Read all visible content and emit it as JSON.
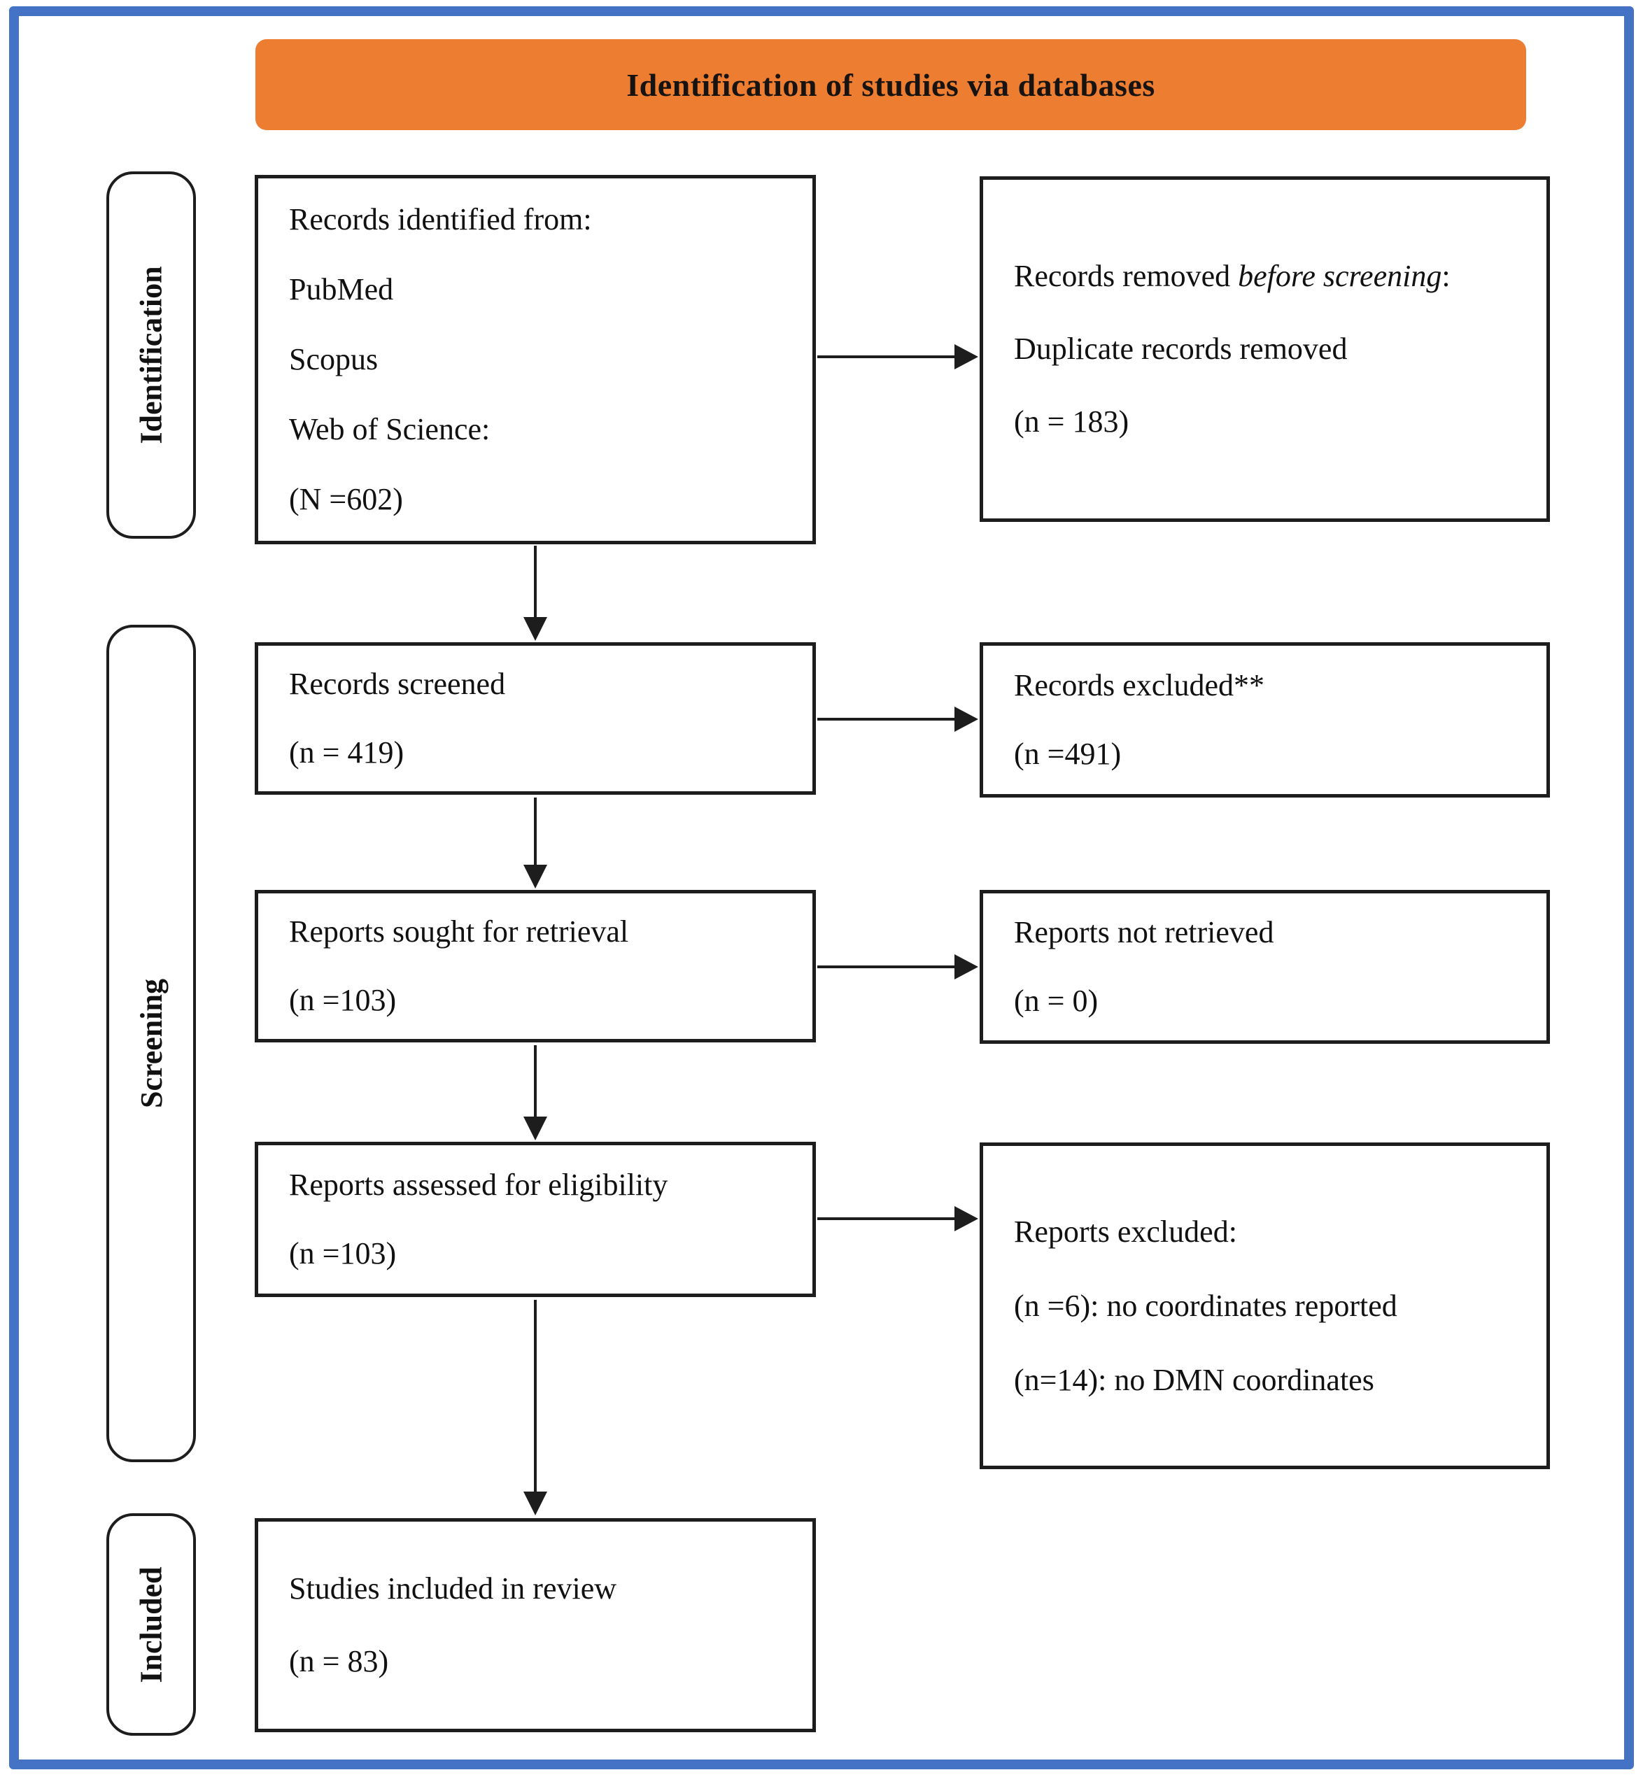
{
  "header": {
    "title": "Identification of studies via databases"
  },
  "colors": {
    "frame_border": "#4472C4",
    "banner_bg": "#ED7D31",
    "box_border": "#1d1d1d",
    "text": "#111111"
  },
  "stages": {
    "identification": "Identification",
    "screening": "Screening",
    "included": "Included"
  },
  "boxes": {
    "records_identified": {
      "lines": [
        "Records identified from:",
        "PubMed",
        "Scopus",
        "Web of Science:",
        "(N =602)"
      ]
    },
    "records_removed": {
      "title_prefix": "Records removed ",
      "title_italic": "before screening",
      "title_suffix": ":",
      "lines": [
        "Duplicate records removed",
        "(n = 183)"
      ]
    },
    "records_screened": {
      "lines": [
        "Records screened",
        "(n = 419)"
      ]
    },
    "records_excluded": {
      "lines": [
        "Records excluded**",
        "(n =491)"
      ]
    },
    "reports_sought": {
      "lines": [
        "Reports sought for retrieval",
        "(n =103)"
      ]
    },
    "reports_not_retrieved": {
      "lines": [
        "Reports not retrieved",
        "(n = 0)"
      ]
    },
    "reports_assessed": {
      "lines": [
        "Reports assessed for eligibility",
        "(n =103)"
      ]
    },
    "reports_excluded": {
      "lines": [
        "Reports excluded:",
        "(n =6): no coordinates reported",
        "(n=14): no DMN coordinates"
      ]
    },
    "studies_included": {
      "lines": [
        "Studies included in review",
        "(n = 83)"
      ]
    }
  }
}
